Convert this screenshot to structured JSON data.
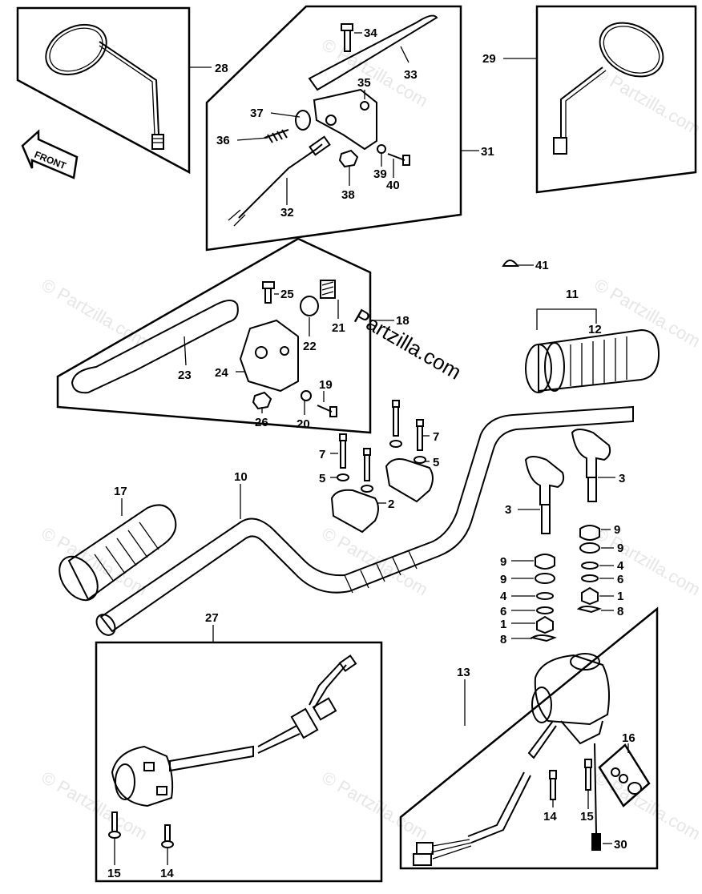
{
  "watermark": "© Partzilla.com",
  "watermark_center": "Partzilla.com",
  "front_label": "FRONT",
  "callouts": {
    "c34": "34",
    "c33": "33",
    "c35": "35",
    "c37": "37",
    "c36": "36",
    "c39": "39",
    "c40": "40",
    "c38": "38",
    "c32": "32",
    "c31": "31",
    "c28": "28",
    "c29": "29",
    "c41": "41",
    "c25": "25",
    "c21": "21",
    "c18": "18",
    "c22": "22",
    "c23": "23",
    "c24": "24",
    "c19": "19",
    "c26": "26",
    "c20": "20",
    "c11": "11",
    "c12": "12",
    "c7a": "7",
    "c7b": "7",
    "c5a": "5",
    "c5b": "5",
    "c2": "2",
    "c10": "10",
    "c17": "17",
    "c3a": "3",
    "c3b": "3",
    "c9a": "9",
    "c9b": "9",
    "c9c": "9",
    "c9d": "9",
    "c4a": "4",
    "c4b": "4",
    "c6a": "6",
    "c6b": "6",
    "c1a": "1",
    "c1b": "1",
    "c8a": "8",
    "c8b": "8",
    "c27": "27",
    "c13": "13",
    "c16": "16",
    "c14a": "14",
    "c15a": "15",
    "c14b": "14",
    "c15b": "15",
    "c30": "30"
  }
}
